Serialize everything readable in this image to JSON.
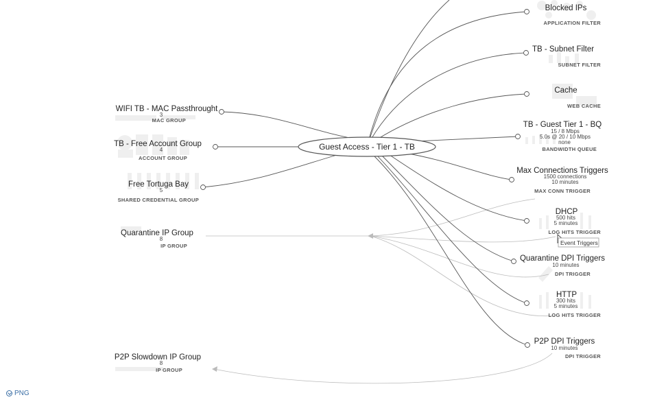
{
  "center": {
    "label": "Guest Access - Tier 1 - TB"
  },
  "left_nodes": [
    {
      "id": "wifi",
      "title": "WIFI TB - MAC Passthrought",
      "detail": "3",
      "type": "MAC GROUP"
    },
    {
      "id": "account",
      "title": "TB - Free Account Group",
      "detail": "4",
      "type": "ACCOUNT GROUP"
    },
    {
      "id": "tortuga",
      "title": "Free Tortuga Bay",
      "detail": "5",
      "type": "SHARED CREDENTIAL GROUP"
    },
    {
      "id": "quarantine",
      "title": "Quarantine IP Group",
      "detail": "8",
      "type": "IP GROUP"
    },
    {
      "id": "p2pslow",
      "title": "P2P Slowdown IP Group",
      "detail": "8",
      "type": "IP GROUP"
    }
  ],
  "right_nodes": [
    {
      "id": "blocked",
      "title": "Blocked IPs",
      "details": [],
      "type": "APPLICATION FILTER"
    },
    {
      "id": "subnet",
      "title": "TB - Subnet Filter",
      "details": [],
      "type": "SUBNET FILTER"
    },
    {
      "id": "cache",
      "title": "Cache",
      "details": [],
      "type": "WEB CACHE"
    },
    {
      "id": "bwq",
      "title": "TB - Guest Tier 1 - BQ",
      "details": [
        "15 / 8 Mbps",
        "5.0s @ 20 / 10 Mbps",
        "none"
      ],
      "type": "BANDWIDTH QUEUE"
    },
    {
      "id": "maxconn",
      "title": "Max Connections Triggers",
      "details": [
        "1500 connections",
        "10 minutes"
      ],
      "type": "MAX CONN TRIGGER"
    },
    {
      "id": "dhcp",
      "title": "DHCP",
      "details": [
        "500 hits",
        "5 minutes"
      ],
      "type": "LOG HITS TRIGGER"
    },
    {
      "id": "qdpi",
      "title": "Quarantine DPI Triggers",
      "details": [
        "10 minutes"
      ],
      "type": "DPI TRIGGER"
    },
    {
      "id": "http",
      "title": "HTTP",
      "details": [
        "300 hits",
        "5 minutes"
      ],
      "type": "LOG HITS TRIGGER"
    },
    {
      "id": "p2pdpi",
      "title": "P2P DPI Triggers",
      "details": [
        "10 minutes"
      ],
      "type": "DPI TRIGGER"
    }
  ],
  "tooltip": {
    "text": "Event Triggers"
  },
  "footer": {
    "png_label": "PNG"
  },
  "icons": {
    "download": "download-circle-icon",
    "cursor": "mouse-pointer-icon"
  },
  "colors": {
    "link": "#555555",
    "soft_link": "#bbbbbb",
    "png_link": "#3a6ea5"
  }
}
